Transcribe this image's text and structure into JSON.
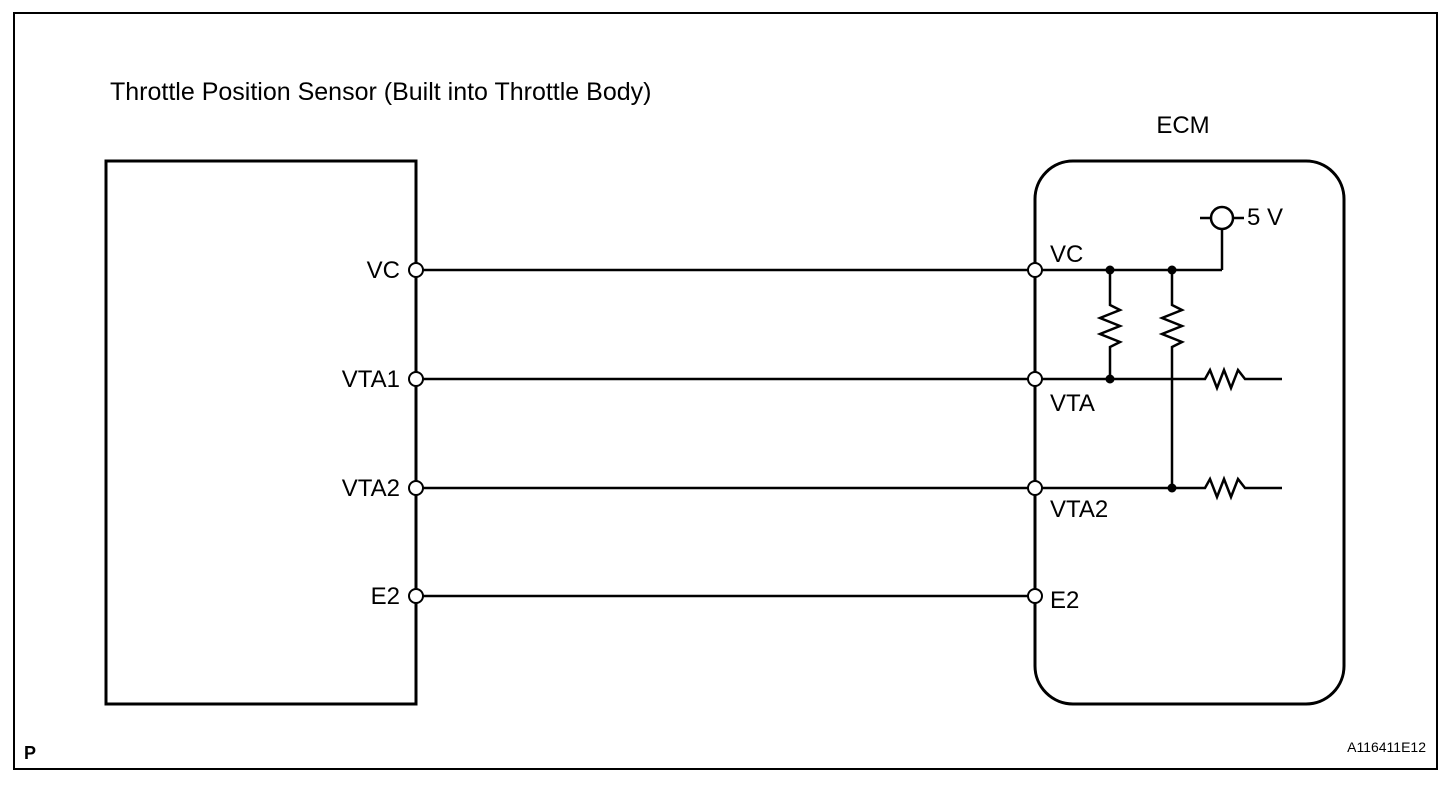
{
  "title": "Throttle Position Sensor (Built into Throttle Body)",
  "ecm_label": "ECM",
  "supply_label": "5 V",
  "sensor_terminals": [
    "VC",
    "VTA1",
    "VTA2",
    "E2"
  ],
  "ecm_terminals": [
    "VC",
    "VTA",
    "VTA2",
    "E2"
  ],
  "page_marker": "P",
  "figure_ref": "A116411E12"
}
